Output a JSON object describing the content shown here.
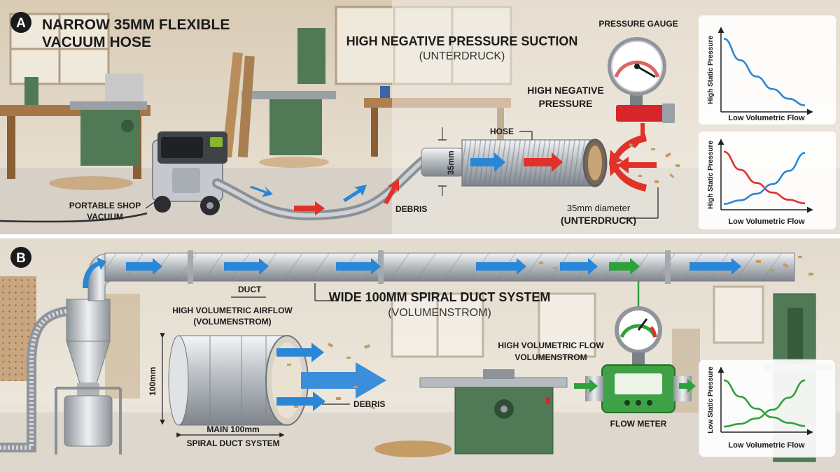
{
  "panel_a": {
    "badge": "A",
    "title_line1": "NARROW 35MM FLEXIBLE",
    "title_line2": "VACUUM HOSE",
    "heading": "HIGH NEGATIVE PRESSURE SUCTION",
    "heading_sub": "(UNTERDRUCK)",
    "gauge_label": "PRESSURE GAUGE",
    "gauge_pressure_line1": "HIGH NEGATIVE",
    "gauge_pressure_line2": "PRESSURE",
    "hose_label": "HOSE",
    "dimension_label": "35mm",
    "debris_label": "DEBRIS",
    "vacuum_label_line1": "PORTABLE SHOP",
    "vacuum_label_line2": "VACUUM",
    "diameter_label": "35mm diameter",
    "diameter_sub": "(UNTERDRUCK)"
  },
  "panel_b": {
    "badge": "B",
    "heading": "WIDE 100MM SPIRAL DUCT SYSTEM",
    "heading_sub": "(VOLUMENSTROM)",
    "duct_label": "DUCT",
    "airflow_line1": "HIGH VOLUMETRIC AIRFLOW",
    "airflow_line2": "(VOLUMENSTROM)",
    "dimension_label": "100mm",
    "debris_label": "DEBRIS",
    "main_duct_line1": "MAIN 100mm",
    "main_duct_line2": "SPIRAL DUCT SYSTEM",
    "flow_line1": "HIGH VOLUMETRIC FLOW",
    "flow_line2": "VOLUMENSTROM",
    "flow_meter_label": "FLOW METER"
  },
  "colors": {
    "blue_arrow": "#2a86d6",
    "red_arrow": "#e0312a",
    "green_arrow": "#2fa13c",
    "machine_green": "#4f7a55"
  },
  "chart_data": [
    {
      "type": "line",
      "xlabel": "Low Volumetric Flow",
      "ylabel": "High Static Pressure",
      "xlim": [
        0,
        1
      ],
      "ylim": [
        0,
        1
      ],
      "series": [
        {
          "color": "#2a86d6",
          "x": [
            0,
            0.2,
            0.4,
            0.6,
            0.8,
            1
          ],
          "y": [
            0.95,
            0.66,
            0.44,
            0.27,
            0.14,
            0.05
          ]
        }
      ]
    },
    {
      "type": "line",
      "xlabel": "Low Volumetric Flow",
      "ylabel": "High Static Pressure",
      "xlim": [
        0,
        1
      ],
      "ylim": [
        0,
        1
      ],
      "series": [
        {
          "color": "#e0312a",
          "x": [
            0,
            0.2,
            0.4,
            0.6,
            0.8,
            1
          ],
          "y": [
            0.92,
            0.62,
            0.4,
            0.24,
            0.12,
            0.06
          ]
        },
        {
          "color": "#2a86d6",
          "x": [
            0,
            0.2,
            0.4,
            0.6,
            0.8,
            1
          ],
          "y": [
            0.05,
            0.11,
            0.22,
            0.38,
            0.6,
            0.9
          ]
        }
      ]
    },
    {
      "type": "line",
      "xlabel": "Low Volumetric Flow",
      "ylabel": "Low Static Pressure",
      "xlim": [
        0,
        1
      ],
      "ylim": [
        0,
        1
      ],
      "series": [
        {
          "color": "#2fa13c",
          "x": [
            0,
            0.2,
            0.4,
            0.6,
            0.8,
            1
          ],
          "y": [
            0.9,
            0.6,
            0.38,
            0.22,
            0.12,
            0.06
          ]
        },
        {
          "color": "#2fa13c",
          "x": [
            0,
            0.2,
            0.4,
            0.6,
            0.8,
            1
          ],
          "y": [
            0.05,
            0.1,
            0.2,
            0.36,
            0.58,
            0.9
          ]
        }
      ]
    }
  ]
}
